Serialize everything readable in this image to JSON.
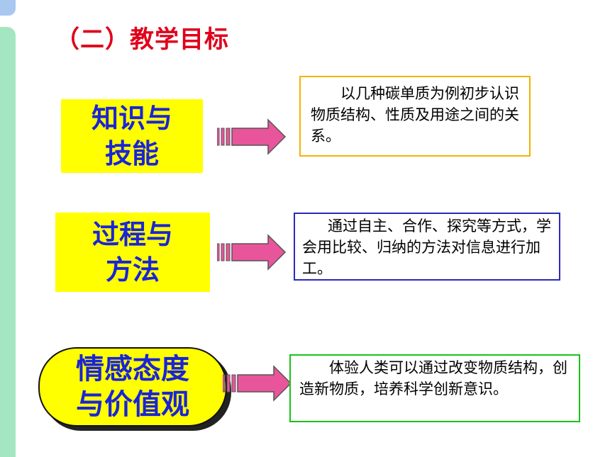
{
  "slide": {
    "title": "（二）教学目标",
    "rows": [
      {
        "label_line1": "知识与",
        "label_line2": "技能",
        "description": "以几种碳单质为例初步认识物质结构、性质及用途之间的关系。",
        "desc_border_color": "#f2b300"
      },
      {
        "label_line1": "过程与",
        "label_line2": "方法",
        "description": "通过自主、合作、探究等方式，学会用比较、归纳的方法对信息进行加工。",
        "desc_border_color": "#2a2ab8"
      },
      {
        "label_line1": "情感态度",
        "label_line2": "与价值观",
        "description": "体验人类可以通过改变物质结构，创造新物质，培养科学创新意识。",
        "desc_border_color": "#19c219"
      }
    ]
  },
  "colors": {
    "title": "#e0001b",
    "label_text": "#1a24d6",
    "label_fill": "#ffff00",
    "arrow_fill": "#e8559a",
    "sidebar": "#a3e6c0"
  }
}
